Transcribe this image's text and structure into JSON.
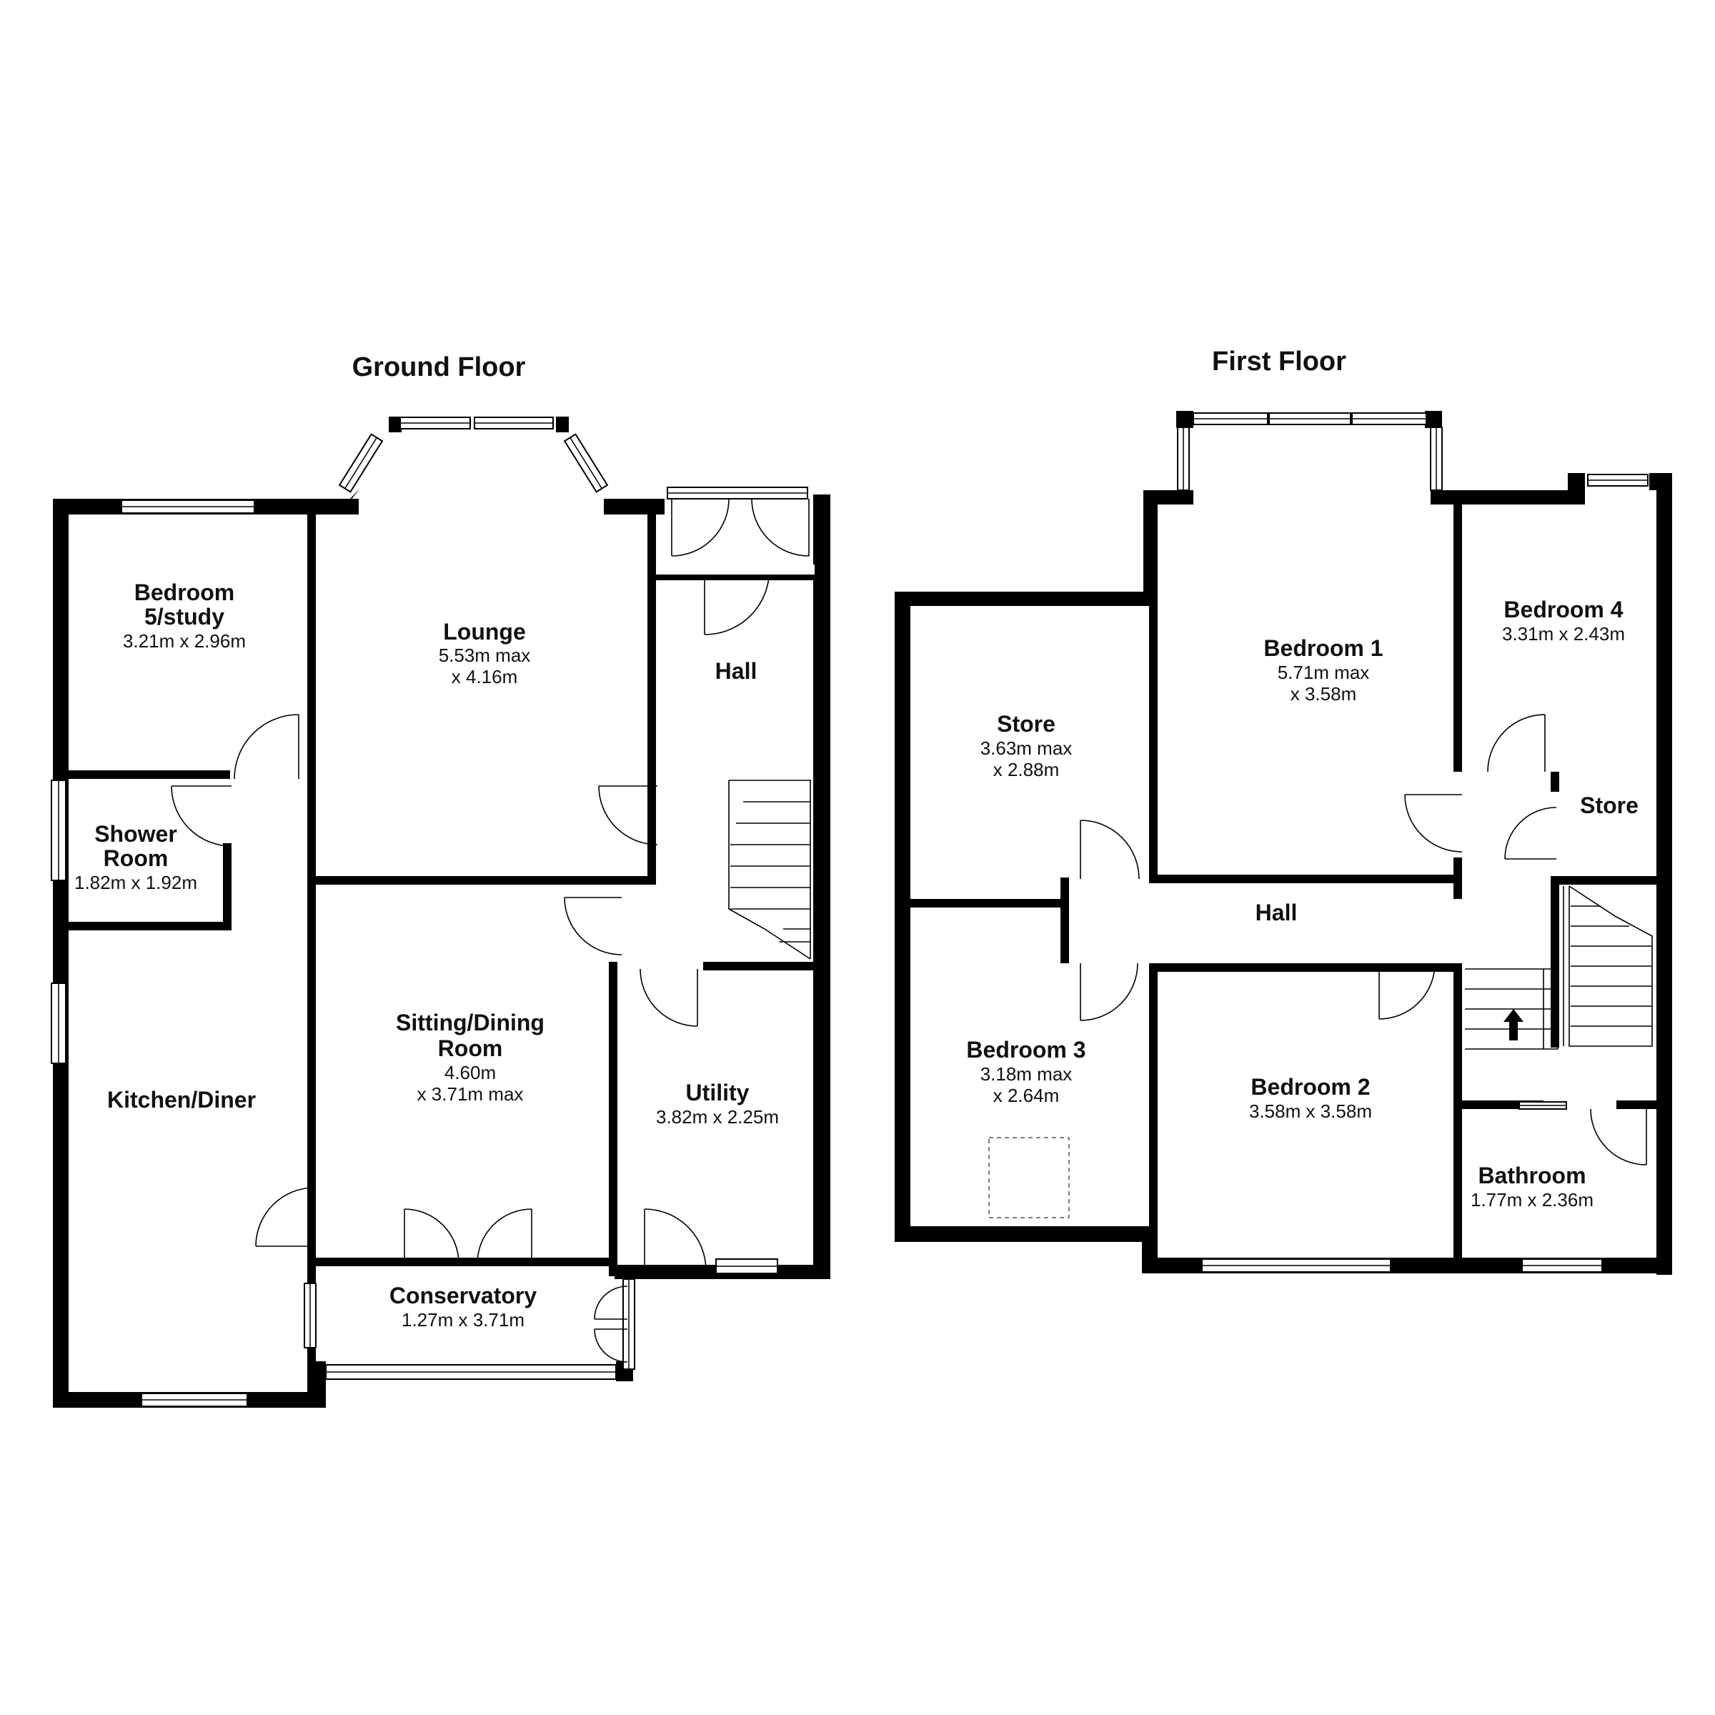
{
  "floors": {
    "ground": {
      "title": "Ground Floor",
      "rooms": {
        "bedroom5": {
          "name": [
            "Bedroom",
            "5/study"
          ],
          "dims": [
            "3.21m x 2.96m"
          ]
        },
        "lounge": {
          "name": [
            "Lounge"
          ],
          "dims": [
            "5.53m max",
            "x 4.16m"
          ]
        },
        "hall": {
          "name": [
            "Hall"
          ],
          "dims": []
        },
        "shower": {
          "name": [
            "Shower",
            "Room"
          ],
          "dims": [
            "1.82m x 1.92m"
          ]
        },
        "kitchen": {
          "name": [
            "Kitchen/Diner"
          ],
          "dims": []
        },
        "sitting": {
          "name": [
            "Sitting/Dining",
            "Room"
          ],
          "dims": [
            "4.60m",
            "x 3.71m max"
          ]
        },
        "utility": {
          "name": [
            "Utility"
          ],
          "dims": [
            "3.82m x 2.25m"
          ]
        },
        "conservatory": {
          "name": [
            "Conservatory"
          ],
          "dims": [
            "1.27m x 3.71m"
          ]
        }
      }
    },
    "first": {
      "title": "First Floor",
      "rooms": {
        "store_left": {
          "name": [
            "Store"
          ],
          "dims": [
            "3.63m max",
            "x 2.88m"
          ]
        },
        "bedroom1": {
          "name": [
            "Bedroom 1"
          ],
          "dims": [
            "5.71m max",
            "x 3.58m"
          ]
        },
        "bedroom4": {
          "name": [
            "Bedroom 4"
          ],
          "dims": [
            "3.31m x 2.43m"
          ]
        },
        "store_right": {
          "name": [
            "Store"
          ],
          "dims": []
        },
        "hall": {
          "name": [
            "Hall"
          ],
          "dims": []
        },
        "bedroom3": {
          "name": [
            "Bedroom 3"
          ],
          "dims": [
            "3.18m max",
            "x 2.64m"
          ]
        },
        "bedroom2": {
          "name": [
            "Bedroom 2"
          ],
          "dims": [
            "3.58m x 3.58m"
          ]
        },
        "bathroom": {
          "name": [
            "Bathroom"
          ],
          "dims": [
            "1.77m x 2.36m"
          ]
        }
      }
    }
  }
}
